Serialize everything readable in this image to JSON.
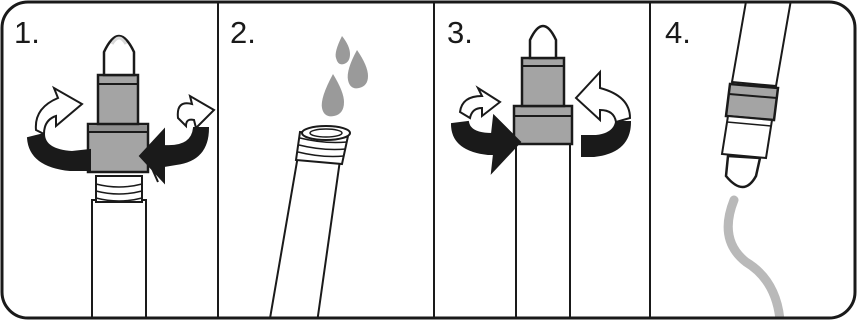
{
  "steps": [
    {
      "number": "1."
    },
    {
      "number": "2."
    },
    {
      "number": "3."
    },
    {
      "number": "4."
    }
  ],
  "colors": {
    "ink": "#1a1a1a",
    "cap_gray": "#a4a4a4",
    "cap_gray_dark": "#8e8e8e",
    "drop_gray": "#9a9a9a",
    "ink_stroke": "#b9b9b9",
    "background": "#ffffff"
  },
  "icons": [
    "twist-left-arrow-icon",
    "twist-right-arrow-icon",
    "water-drops-icon",
    "marker-icon",
    "ink-stroke-icon"
  ]
}
